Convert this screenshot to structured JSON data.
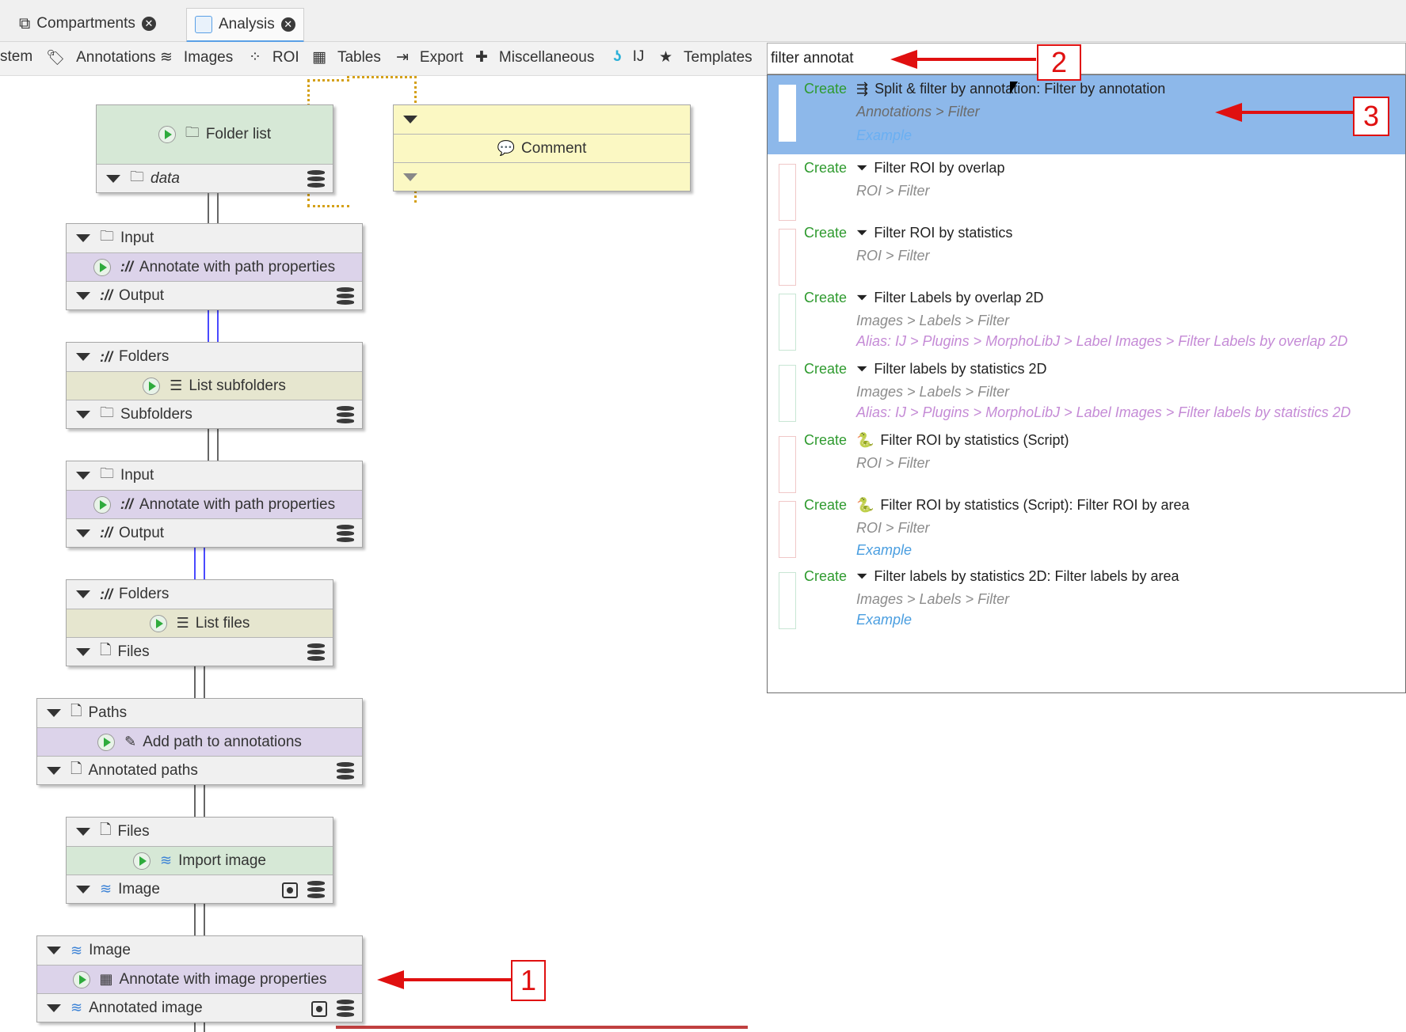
{
  "tabs": [
    {
      "label": "Compartments",
      "icon": "compartments-icon"
    },
    {
      "label": "Analysis",
      "icon": "analysis-icon"
    }
  ],
  "toolbar": {
    "items": [
      {
        "label": "stem",
        "icon": ""
      },
      {
        "label": "Annotations",
        "icon": "tag-icon"
      },
      {
        "label": "Images",
        "icon": "layers-icon"
      },
      {
        "label": "ROI",
        "icon": "roi-icon"
      },
      {
        "label": "Tables",
        "icon": "table-icon"
      },
      {
        "label": "Export",
        "icon": "export-icon"
      },
      {
        "label": "Miscellaneous",
        "icon": "puzzle-icon"
      },
      {
        "label": "IJ",
        "icon": "imagej-icon"
      },
      {
        "label": "Templates",
        "icon": "star-icon"
      }
    ]
  },
  "search": {
    "value": "filter annotat"
  },
  "nodes": {
    "folder_list": {
      "title": "Folder list",
      "output": "data"
    },
    "comment": {
      "title": "Comment"
    },
    "annotate1": {
      "input": "Input",
      "title": "Annotate with path properties",
      "output": "Output",
      "glyph": "://"
    },
    "list_subfolders": {
      "input": "Folders",
      "title": "List subfolders",
      "output": "Subfolders",
      "glyph": "://"
    },
    "annotate2": {
      "input": "Input",
      "title": "Annotate with path properties",
      "output": "Output",
      "glyph": "://"
    },
    "list_files": {
      "input": "Folders",
      "title": "List files",
      "output": "Files",
      "glyph": "://"
    },
    "add_path": {
      "input": "Paths",
      "title": "Add path to annotations",
      "output": "Annotated paths"
    },
    "import_image": {
      "input": "Files",
      "title": "Import image",
      "output": "Image"
    },
    "annotate_image": {
      "input": "Image",
      "title": "Annotate with image properties",
      "output": "Annotated image"
    }
  },
  "results": [
    {
      "create": "Create",
      "title": "Split & filter by annotation: Filter by annotation",
      "icon": "split-icon",
      "path": "Annotations > Filter",
      "alias": "",
      "example": "Example",
      "selected": true
    },
    {
      "create": "Create",
      "title": "Filter ROI by overlap",
      "icon": "funnel-icon",
      "path": "ROI > Filter",
      "alias": "",
      "example": ""
    },
    {
      "create": "Create",
      "title": "Filter ROI by statistics",
      "icon": "funnel-icon",
      "path": "ROI > Filter",
      "alias": "",
      "example": ""
    },
    {
      "create": "Create",
      "title": "Filter Labels by overlap 2D",
      "icon": "funnel-icon",
      "path": "Images > Labels > Filter",
      "alias": "Alias: IJ > Plugins > MorphoLibJ > Label Images > Filter Labels by overlap 2D",
      "example": ""
    },
    {
      "create": "Create",
      "title": "Filter labels by statistics 2D",
      "icon": "funnel-icon",
      "path": "Images > Labels > Filter",
      "alias": "Alias: IJ > Plugins > MorphoLibJ > Label Images > Filter labels by statistics 2D",
      "example": ""
    },
    {
      "create": "Create",
      "title": "Filter ROI by statistics (Script)",
      "icon": "python-icon",
      "path": "ROI > Filter",
      "alias": "",
      "example": ""
    },
    {
      "create": "Create",
      "title": "Filter ROI by statistics (Script): Filter ROI by area",
      "icon": "python-icon",
      "path": "ROI > Filter",
      "alias": "",
      "example": "Example"
    },
    {
      "create": "Create",
      "title": "Filter labels by statistics 2D: Filter labels by area",
      "icon": "funnel-icon",
      "path": "Images > Labels > Filter",
      "alias": "",
      "example": "Example"
    }
  ],
  "callouts": [
    "1",
    "2",
    "3"
  ],
  "colors": {
    "selection": "#8db8ea",
    "create_green": "#2e9a2e",
    "alias_purple": "#c58bd6",
    "example_blue": "#4a9ee0",
    "callout_red": "#e01010"
  }
}
